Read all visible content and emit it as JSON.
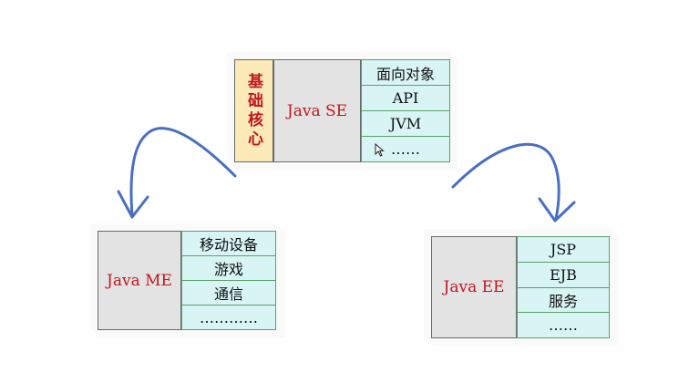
{
  "se": {
    "side_label": "基础核心",
    "title": "Java SE",
    "items": [
      "面向对象",
      "API",
      "JVM",
      "……"
    ]
  },
  "me": {
    "title": "Java ME",
    "items": [
      "移动设备",
      "游戏",
      "通信",
      "…………"
    ]
  },
  "ee": {
    "title": "Java EE",
    "items": [
      "JSP",
      "EJB",
      "服务",
      "……"
    ]
  },
  "colors": {
    "title_red": "#c0161e",
    "panel_gray": "#e3e3e3",
    "side_yellow": "#fbe9b8",
    "cell_cyan": "#d8f4f4",
    "arrow_blue": "#4a6fc2"
  }
}
